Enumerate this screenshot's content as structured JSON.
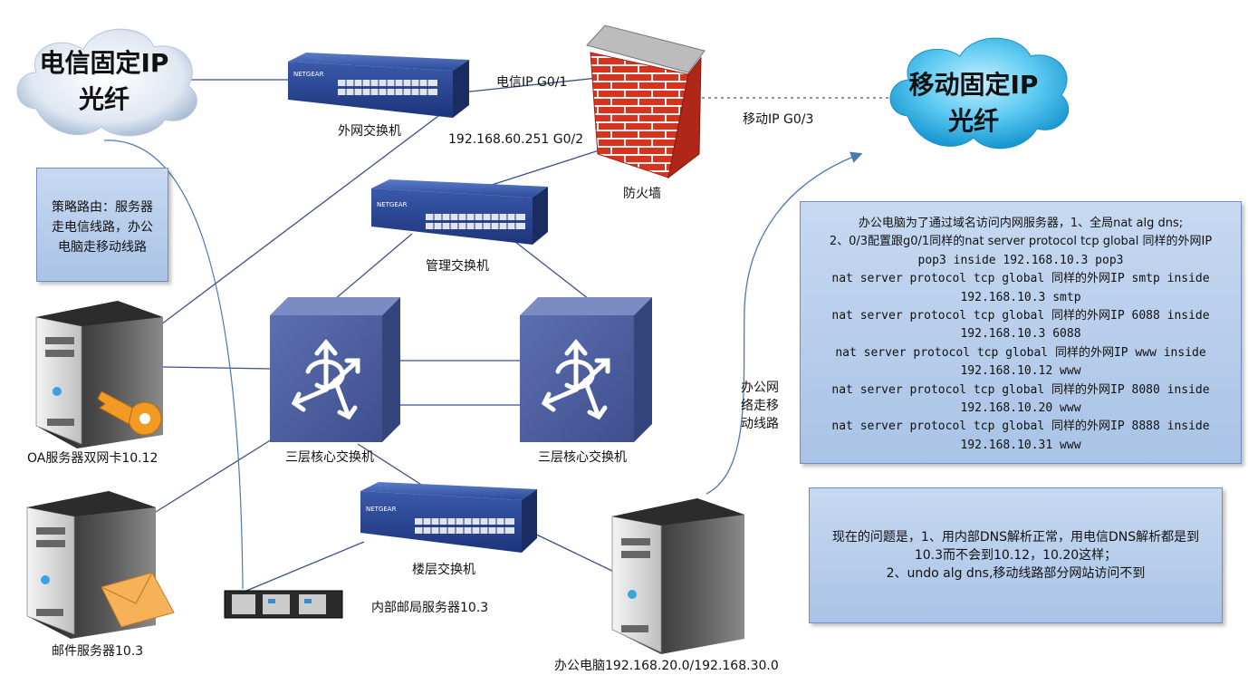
{
  "clouds": {
    "telecom": {
      "line1": "电信固定IP",
      "line2": "光纤"
    },
    "mobile": {
      "line1": "移动固定IP",
      "line2": "光纤"
    }
  },
  "devices": {
    "external_switch": "外网交换机",
    "firewall": "防火墙",
    "mgmt_switch": "管理交换机",
    "core_switch_left": "三层核心交换机",
    "core_switch_right": "三层核心交换机",
    "floor_switch": "楼层交换机",
    "oa_server": "OA服务器双网卡10.12",
    "mail_server": "邮件服务器10.3",
    "internal_mail_server": "内部邮局服务器10.3",
    "office_pc": "办公电脑192.168.20.0/192.168.30.0"
  },
  "links": {
    "telecom_port": "电信IP G0/1",
    "mobile_port": "移动IP  G0/3",
    "internal_port": "192.168.60.251 G0/2",
    "office_route": [
      "办公网",
      "络走移",
      "动线路"
    ]
  },
  "notes": {
    "policy": [
      "策略路由：服务器",
      "走电信线路，办公",
      "电脑走移动线路"
    ],
    "config": [
      "办公电脑为了通过域名访问内网服务器，1、全局nat alg dns;",
      "2、0/3配置跟g0/1同样的nat server protocol tcp global 同样的外网IP",
      "pop3 inside 192.168.10.3 pop3",
      "nat server protocol tcp global 同样的外网IP smtp inside",
      "192.168.10.3 smtp",
      "nat server protocol tcp global 同样的外网IP 6088 inside",
      "192.168.10.3 6088",
      "nat server protocol tcp global 同样的外网IP www inside",
      "192.168.10.12 www",
      "nat server protocol tcp global 同样的外网IP 8080 inside",
      "192.168.10.20 www",
      "nat server protocol tcp global 同样的外网IP 8888 inside",
      "192.168.10.31 www"
    ],
    "problem": [
      "现在的问题是，1、用内部DNS解析正常，用电信DNS解析都是到",
      "10.3而不会到10.12，10.20这样；",
      "2、undo  alg dns,移动线路部分网站访问不到"
    ]
  },
  "colors": {
    "note_fill": "#b8cfec",
    "switch_blue": "#2b4b95",
    "core_switch": "#4f5f9a",
    "firewall_brick": "#d9321f",
    "link_line": "#3a4f8a",
    "route_arrow": "#4a78b5",
    "cloud_telecom": "#c9d7ea",
    "cloud_mobile": "#35b6e6"
  }
}
